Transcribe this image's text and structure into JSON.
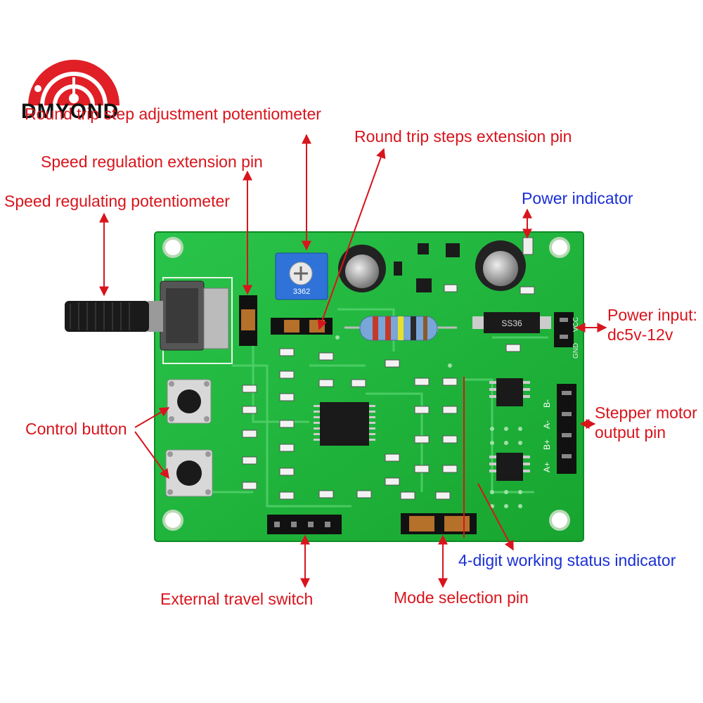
{
  "brand": {
    "name": "DMYOND",
    "color": "#e01f26"
  },
  "board": {
    "color": "#1fb83a",
    "pot_label": "3362",
    "diode_label": "SS36"
  },
  "labels": {
    "round_trip_pot": "Round trip step adjustment potentiometer",
    "round_trip_pin": "Round trip steps extension pin",
    "speed_ext_pin": "Speed regulation extension pin",
    "speed_pot": "Speed regulating potentiometer",
    "power_indicator": "Power indicator",
    "power_input_1": "Power input:",
    "power_input_2": "dc5v-12v",
    "stepper_1": "Stepper motor",
    "stepper_2": "output pin",
    "control_button": "Control button",
    "status_indicator": "4-digit working status indicator",
    "travel_switch": "External travel switch",
    "mode_pin": "Mode selection pin"
  },
  "silkscreen": {
    "gnd": "GND",
    "vcc": "VCC",
    "a_plus": "A+",
    "b_plus": "B+",
    "a_minus": "A-",
    "b_minus": "B-"
  },
  "colors": {
    "annotation_red": "#d8141c",
    "annotation_blue": "#1a2fd6"
  }
}
